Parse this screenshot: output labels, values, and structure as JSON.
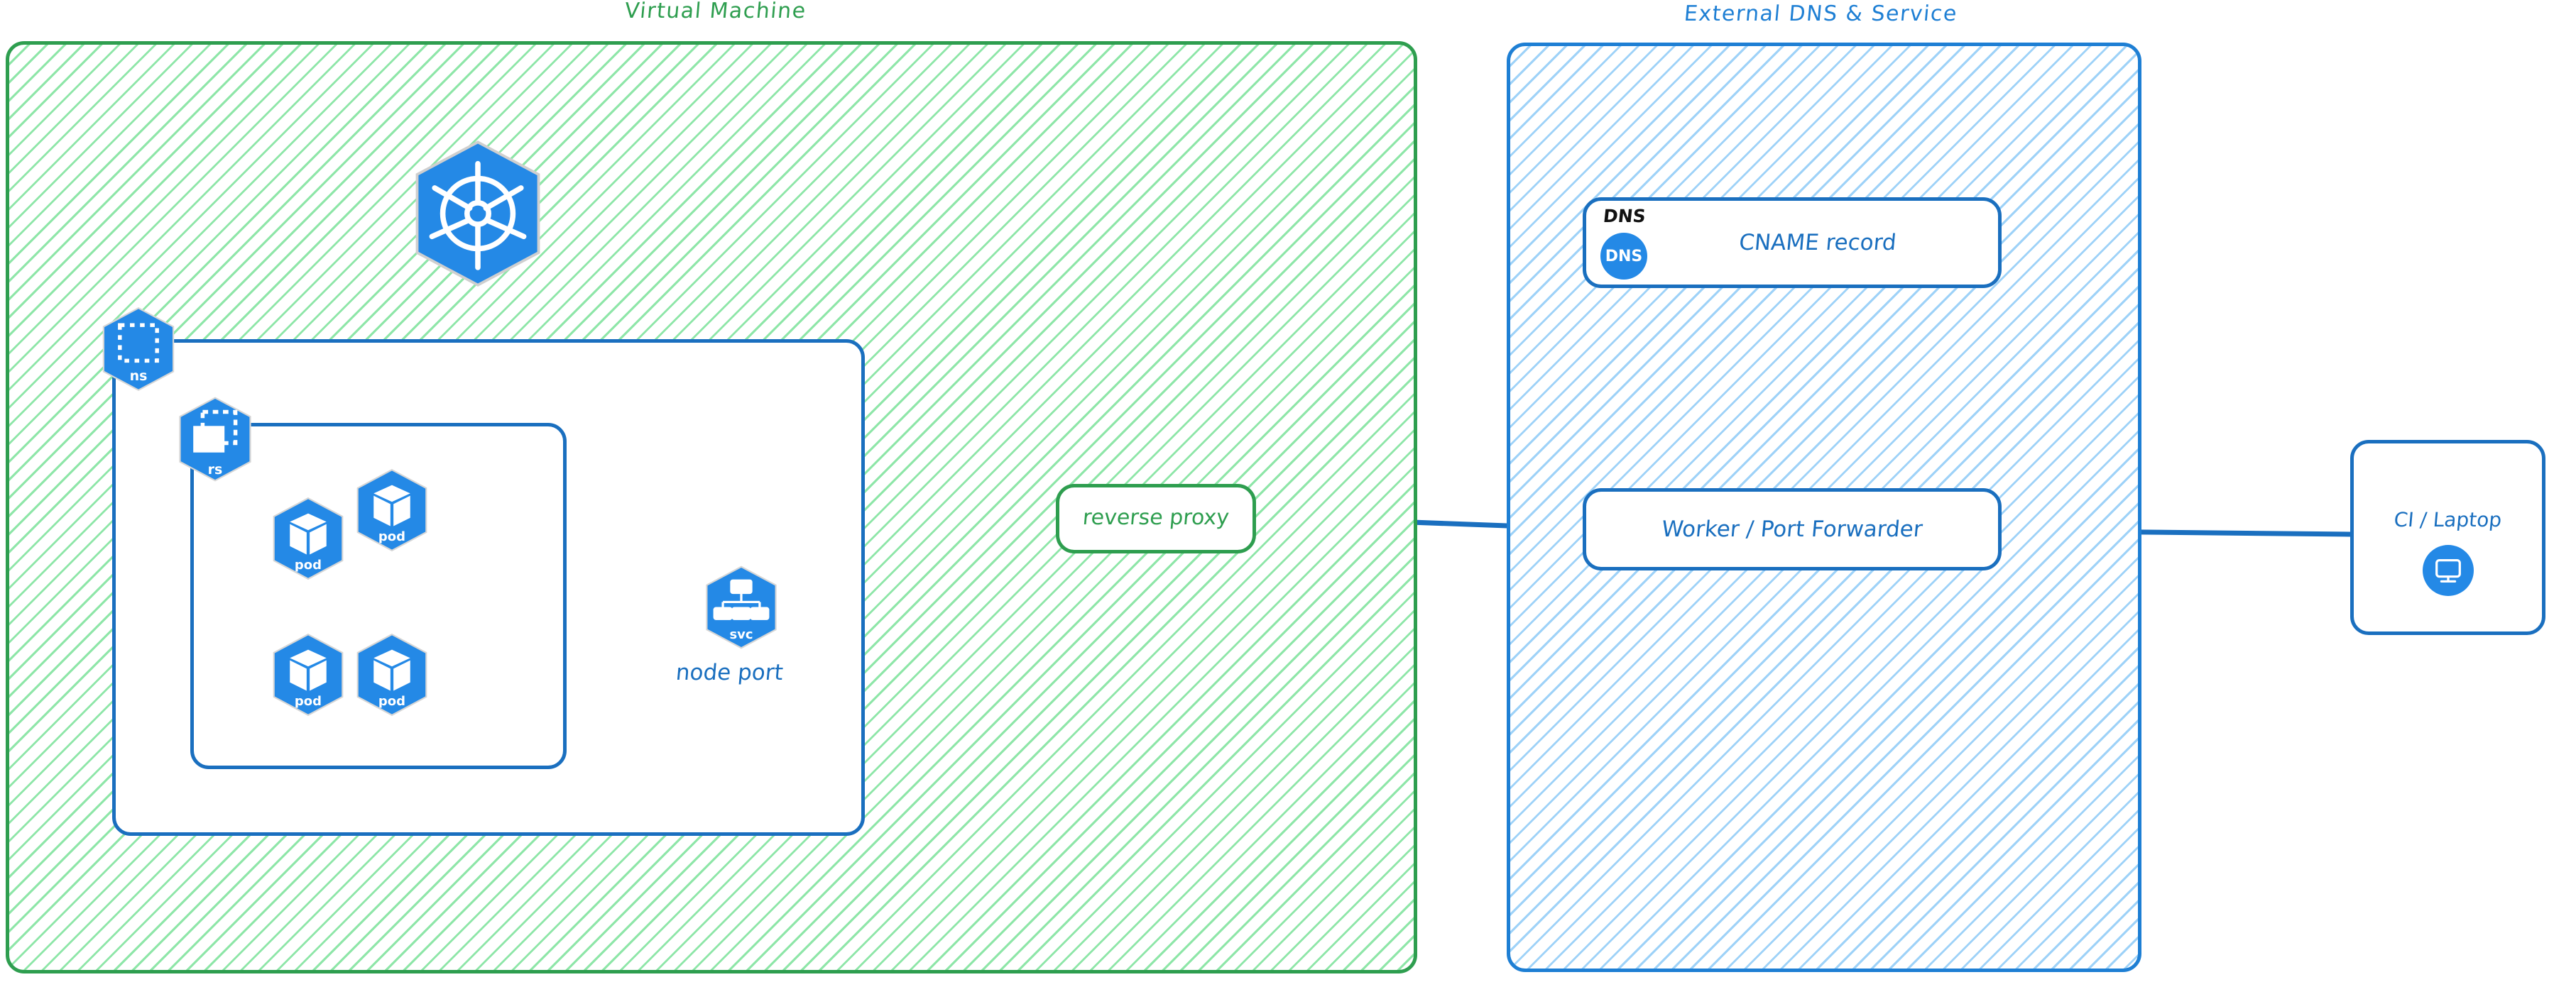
{
  "groups": [
    {
      "id": "vm",
      "title": "Virtual Machine"
    },
    {
      "id": "dns",
      "title": "External DNS & Service"
    }
  ],
  "vm": {
    "title": "Virtual Machine",
    "k8s_logo_name": "kubernetes-logo",
    "namespace_badge": {
      "label": "ns",
      "icon": "namespace-icon"
    },
    "replicaset_badge": {
      "label": "rs",
      "icon": "replicaset-icon"
    },
    "pods": [
      {
        "label": "pod",
        "icon": "pod-icon"
      },
      {
        "label": "pod",
        "icon": "pod-icon"
      },
      {
        "label": "pod",
        "icon": "pod-icon"
      },
      {
        "label": "pod",
        "icon": "pod-icon"
      }
    ],
    "service": {
      "label": "svc",
      "icon": "service-icon",
      "caption": "node port"
    },
    "reverse_proxy": {
      "label": "reverse proxy"
    }
  },
  "dns_zone": {
    "title": "External DNS & Service",
    "dns_card": {
      "tag": "DNS",
      "chip_label": "DNS",
      "record": "CNAME record"
    },
    "worker": {
      "label": "Worker / Port Forwarder"
    }
  },
  "client": {
    "label": "CI / Laptop",
    "icon": "desktop-monitor-icon"
  },
  "colors": {
    "green_stroke": "#2e9e4f",
    "green_hatch": "#8ee6a8",
    "blue_stroke": "#1a6fbf",
    "blue_hatch": "#9ed2f8",
    "k8s_blue": "#2489e6",
    "arrow_blue": "#1a6fbf",
    "dns_tag_black": "#111111"
  },
  "arrows": [
    {
      "from": "service",
      "to": "pod-1",
      "direction": "left"
    },
    {
      "from": "service",
      "to": "pod-2",
      "direction": "left"
    },
    {
      "from": "service",
      "to": "pod-3",
      "direction": "left"
    },
    {
      "from": "service",
      "to": "pod-4",
      "direction": "left"
    },
    {
      "from": "reverse-proxy",
      "to": "service",
      "direction": "left"
    },
    {
      "from": "worker",
      "to": "reverse-proxy",
      "direction": "left"
    },
    {
      "from": "client",
      "to": "worker",
      "direction": "left"
    }
  ]
}
